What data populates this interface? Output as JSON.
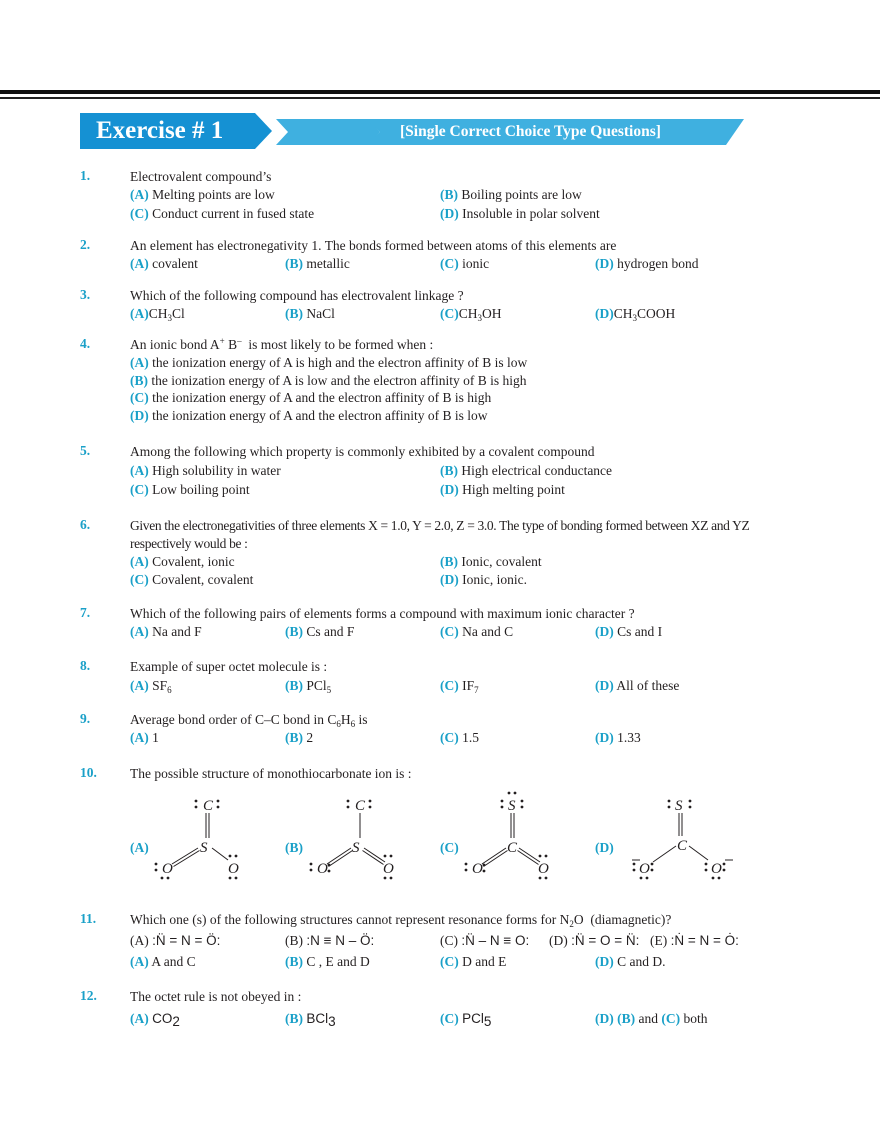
{
  "header": {
    "title": "Exercise # 1",
    "subtitle": "[Single Correct Choice  Type Questions]",
    "colors": {
      "primary": "#1591d3",
      "secondary": "#3fb0e0",
      "accent_text": "#1aa0c8"
    }
  },
  "questions": [
    {
      "number": "1.",
      "text": "Electrovalent compound’s",
      "options": [
        {
          "label": "(A)",
          "text": "Melting points are low"
        },
        {
          "label": "(B)",
          "text": "Boiling points are low"
        },
        {
          "label": "(C)",
          "text": "Conduct current in fused state"
        },
        {
          "label": "(D)",
          "text": "Insoluble in polar solvent"
        }
      ]
    },
    {
      "number": "2.",
      "text": "An element has electronegativity 1. The bonds formed between atoms of this elements are",
      "options": [
        {
          "label": "(A)",
          "text": "covalent"
        },
        {
          "label": "(B)",
          "text": "metallic"
        },
        {
          "label": "(C)",
          "text": "ionic"
        },
        {
          "label": "(D)",
          "text": "hydrogen bond"
        }
      ]
    },
    {
      "number": "3.",
      "text": "Which of the following compound has electrovalent linkage ?",
      "options": [
        {
          "label": "(A)",
          "text": "CH3Cl",
          "parts": [
            "CH",
            "3",
            "Cl"
          ]
        },
        {
          "label": "(B)",
          "text": "NaCl"
        },
        {
          "label": "(C)",
          "text": "CH3OH",
          "parts": [
            "CH",
            "3",
            "OH"
          ]
        },
        {
          "label": "(D)",
          "text": "CH3COOH",
          "parts": [
            "CH",
            "3",
            "COOH"
          ]
        }
      ]
    },
    {
      "number": "4.",
      "text": "An ionic bond A+ B– is most likely to be formed when :",
      "text_parts": [
        "An ionic bond A",
        "+",
        " B",
        "–",
        "  is most likely to be formed when :"
      ],
      "options": [
        {
          "label": "(A)",
          "text": "the ionization energy of A is high and the electron affinity of B is low"
        },
        {
          "label": "(B)",
          "text": "the ionization energy of A is low and the electron affinity of B is high"
        },
        {
          "label": "(C)",
          "text": "the ionization energy of A and the electron affinity of B is high"
        },
        {
          "label": "(D)",
          "text": "the ionization energy of A and the electron affinity of B is low"
        }
      ]
    },
    {
      "number": "5.",
      "text": "Among the following which property is commonly exhibited by a covalent compound",
      "options": [
        {
          "label": "(A)",
          "text": "High solubility in water"
        },
        {
          "label": "(B)",
          "text": "High electrical conductance"
        },
        {
          "label": "(C)",
          "text": "Low boiling point"
        },
        {
          "label": "(D)",
          "text": "High melting point"
        }
      ]
    },
    {
      "number": "6.",
      "text": "Given the electronegativities of three elements X = 1.0, Y = 2.0, Z = 3.0. The type of bonding formed between XZ and YZ respectively would be :",
      "options": [
        {
          "label": "(A)",
          "text": "Covalent, ionic"
        },
        {
          "label": "(B)",
          "text": "Ionic, covalent"
        },
        {
          "label": "(C)",
          "text": "Covalent, covalent"
        },
        {
          "label": "(D)",
          "text": "Ionic, ionic."
        }
      ]
    },
    {
      "number": "7.",
      "text": "Which of the following pairs of elements forms a compound with maximum ionic character ?",
      "options": [
        {
          "label": "(A)",
          "text": "Na and F"
        },
        {
          "label": "(B)",
          "text": "Cs and F"
        },
        {
          "label": "(C)",
          "text": "Na and C"
        },
        {
          "label": "(D)",
          "text": "Cs and I"
        }
      ]
    },
    {
      "number": "8.",
      "text": "Example of super octet molecule is :",
      "options": [
        {
          "label": "(A)",
          "text": "SF6",
          "parts": [
            "SF",
            "6",
            ""
          ]
        },
        {
          "label": "(B)",
          "text": "PCl5",
          "parts": [
            "PCl",
            "5",
            ""
          ]
        },
        {
          "label": "(C)",
          "text": "IF7",
          "parts": [
            "IF",
            "7",
            ""
          ]
        },
        {
          "label": "(D)",
          "text": "All of these"
        }
      ]
    },
    {
      "number": "9.",
      "text": "Average bond order of C–C bond in C6H6 is",
      "text_parts": [
        "Average bond order of C–C bond in C",
        "6",
        "H",
        "6",
        " is"
      ],
      "options": [
        {
          "label": "(A)",
          "text": "1"
        },
        {
          "label": "(B)",
          "text": "2"
        },
        {
          "label": "(C)",
          "text": "1.5"
        },
        {
          "label": "(D)",
          "text": "1.33"
        }
      ]
    },
    {
      "number": "10.",
      "text": "The possible structure of monothiocarbonate ion is :",
      "options": [
        {
          "label": "(A)",
          "central": "S",
          "top": "C",
          "left": "O",
          "right": "O",
          "bonds": {
            "top": "double",
            "left": "double",
            "right": "single"
          }
        },
        {
          "label": "(B)",
          "central": "S",
          "top": "C",
          "left": "O",
          "right": "O",
          "bonds": {
            "top": "single",
            "left": "double",
            "right": "double"
          }
        },
        {
          "label": "(C)",
          "central": "C",
          "top": "S",
          "left": "O",
          "right": "O",
          "bonds": {
            "top": "double",
            "left": "double",
            "right": "double"
          }
        },
        {
          "label": "(D)",
          "central": "C",
          "top": "S",
          "left": "O",
          "right": "O",
          "bonds": {
            "top": "double",
            "left": "single",
            "right": "single"
          },
          "charges": {
            "left": "–",
            "right": "–"
          }
        }
      ]
    },
    {
      "number": "11.",
      "text": "Which one (s) of the following structures cannot represent resonance forms for N2O  (diamagnetic)?",
      "text_parts": [
        "Which one (s) of the following structures cannot represent resonance forms for N",
        "2",
        "O  (diamagnetic)?"
      ],
      "structures": [
        {
          "label": "(A)",
          "formula": ":N̈ = N = Ö:"
        },
        {
          "label": "(B)",
          "formula": ":N ≡ N – Ö:"
        },
        {
          "label": "(C)",
          "formula": ":N̈ – N ≡ O:"
        },
        {
          "label": "(D)",
          "formula": ":N̈ = O = N̈:"
        },
        {
          "label": "(E)",
          "formula": ":Ṅ = N = Ȯ:"
        }
      ],
      "options": [
        {
          "label": "(A)",
          "text": "A and C"
        },
        {
          "label": "(B)",
          "text": "C , E and D"
        },
        {
          "label": "(C)",
          "text": "D and E"
        },
        {
          "label": "(D)",
          "text": "C and D."
        }
      ]
    },
    {
      "number": "12.",
      "text": "The octet rule is not obeyed in :",
      "options": [
        {
          "label": "(A)",
          "text": "CO2",
          "parts": [
            "CO",
            "2",
            ""
          ]
        },
        {
          "label": "(B)",
          "text": "BCl3",
          "parts": [
            "BCl",
            "3",
            ""
          ]
        },
        {
          "label": "(C)",
          "text": "PCl5",
          "parts": [
            "PCl",
            "5",
            ""
          ]
        },
        {
          "label": "(D)",
          "text": "(B) and (C) both",
          "parts": [
            "(B)",
            " and ",
            "(C)",
            " both"
          ]
        }
      ]
    }
  ]
}
